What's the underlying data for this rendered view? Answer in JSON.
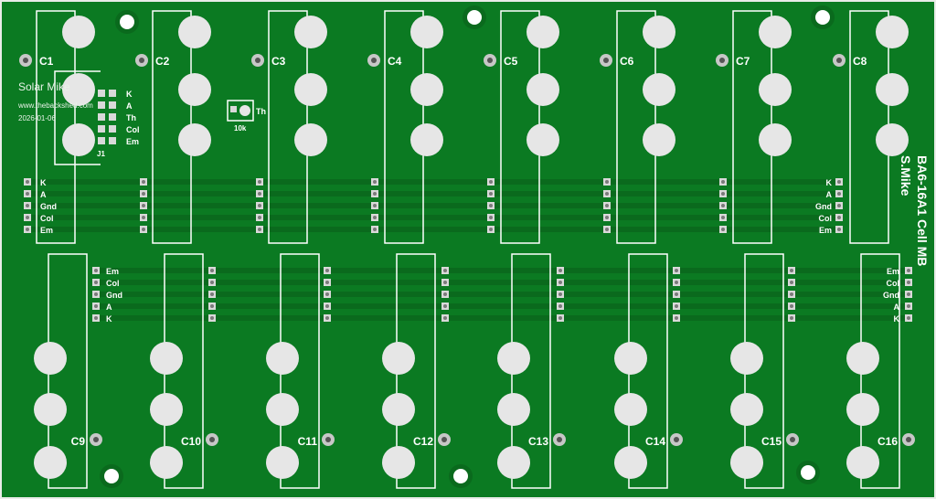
{
  "board": {
    "title_line1": "BA6-16A1  Cell  MB",
    "title_line2": "S.Mike",
    "maker_name": "Solar Mike",
    "maker_site": "www.thebackshed.com",
    "maker_date": "2026-01-06",
    "connector_label": "J1",
    "thermistor_label": "Th",
    "resistor_label": "10k",
    "colors": {
      "board": "#0b7a22",
      "board_edge": "#e9ece9",
      "trace": "#0a6a1d",
      "silkscreen": "#ffffff",
      "pad": "#e6e6e6"
    }
  },
  "cells_top": [
    "C1",
    "C2",
    "C3",
    "C4",
    "C5",
    "C6",
    "C7",
    "C8"
  ],
  "cells_bottom": [
    "C9",
    "C10",
    "C11",
    "C12",
    "C13",
    "C14",
    "C15",
    "C16"
  ],
  "connector_pins": [
    "K",
    "A",
    "Th",
    "Col",
    "Em"
  ],
  "bus_labels_top": [
    "K",
    "A",
    "Gnd",
    "Col",
    "Em"
  ],
  "bus_labels_bottom": [
    "Em",
    "Col",
    "Gnd",
    "A",
    "K"
  ]
}
